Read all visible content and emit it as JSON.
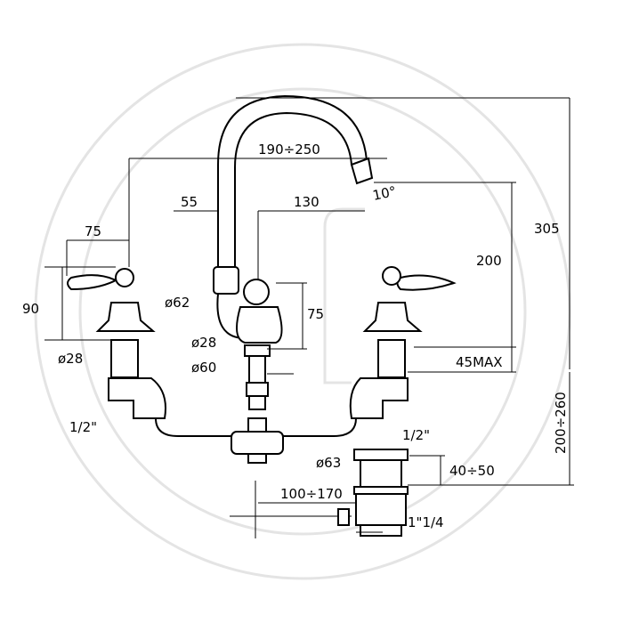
{
  "dimensions": {
    "spout_reach": "190÷250",
    "handle_length": "75",
    "handle_height": "90",
    "spout_offset": "55",
    "spout_center": "130",
    "spout_angle": "10°",
    "total_height": "305",
    "spout_height": "200",
    "body_diameter": "ø62",
    "body_height": "75",
    "base_diameter_mid": "ø28",
    "base_diameter_left": "ø28",
    "flange_diameter": "ø60",
    "deck_thickness": "45MAX",
    "pipe_left": "1/2\"",
    "pipe_right": "1/2\"",
    "waste_diameter": "ø63",
    "waste_range": "40÷50",
    "rod_range": "100÷170",
    "waste_thread": "1\"1/4",
    "install_height": "200÷260"
  }
}
